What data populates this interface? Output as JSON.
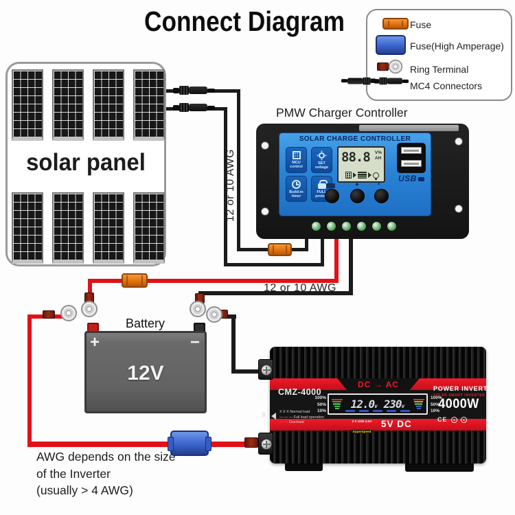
{
  "title": "Connect Diagram",
  "legend": {
    "items": [
      {
        "name": "fuse",
        "label": "Fuse"
      },
      {
        "name": "fuse-high-amperage",
        "label": "Fuse(High Amperage)"
      },
      {
        "name": "ring-terminal",
        "label": "Ring Terminal"
      },
      {
        "name": "mc4-connectors",
        "label": "MC4 Connectors"
      }
    ]
  },
  "solar": {
    "label": "solar panel"
  },
  "controller": {
    "title": "PMW Charger Controller",
    "header": "SOLAR CHARGE CONTROLLER",
    "buttons": [
      {
        "label": "MCU\ncontrol"
      },
      {
        "label": "SET\nvoltage"
      },
      {
        "label": "Build-in\ntimer"
      },
      {
        "label": "FULL\nprotect"
      }
    ],
    "lcd": {
      "value": "88.8",
      "unit_top": "V%",
      "unit_bottom": "AH"
    },
    "usb_label": "USB"
  },
  "wires": {
    "label_vertical": "12 or 10 AWG",
    "label_horizontal": "12 or 10 AWG"
  },
  "battery": {
    "title": "Battery",
    "voltage": "12V",
    "positive": "+",
    "negative": "−"
  },
  "inverter": {
    "model": "CMZ-4000",
    "mode": "DC → AC",
    "brand": "POWER INVERTER",
    "sub_brand": "SOLAR SMART INVERTER",
    "power": "4000W",
    "lcd": {
      "input": "12.0",
      "output": "230",
      "unit": "v"
    },
    "scale": [
      "100%",
      "50%",
      "10%"
    ],
    "load_legend": [
      "X X X  Normal load",
      "— — —  Full load operation",
      "··· ···  Overload"
    ],
    "usb_badge": {
      "line1": "2 X USB 4.0A",
      "line2": "SuperSpeed"
    },
    "usb_output": "5V DC",
    "cert": "CE"
  },
  "note": {
    "lines": [
      "AWG depends on the size",
      "of the Inverter",
      "(usually  > 4 AWG)"
    ]
  },
  "colors": {
    "wire_red": "#e01218",
    "wire_black": "#1b1b1b",
    "fuse_orange": "#e2720f",
    "fuse_blue": "#3a63cc",
    "controller_blue": "#2b84d6",
    "inverter_red": "#ef1a28",
    "battery_gray": "#636363"
  }
}
